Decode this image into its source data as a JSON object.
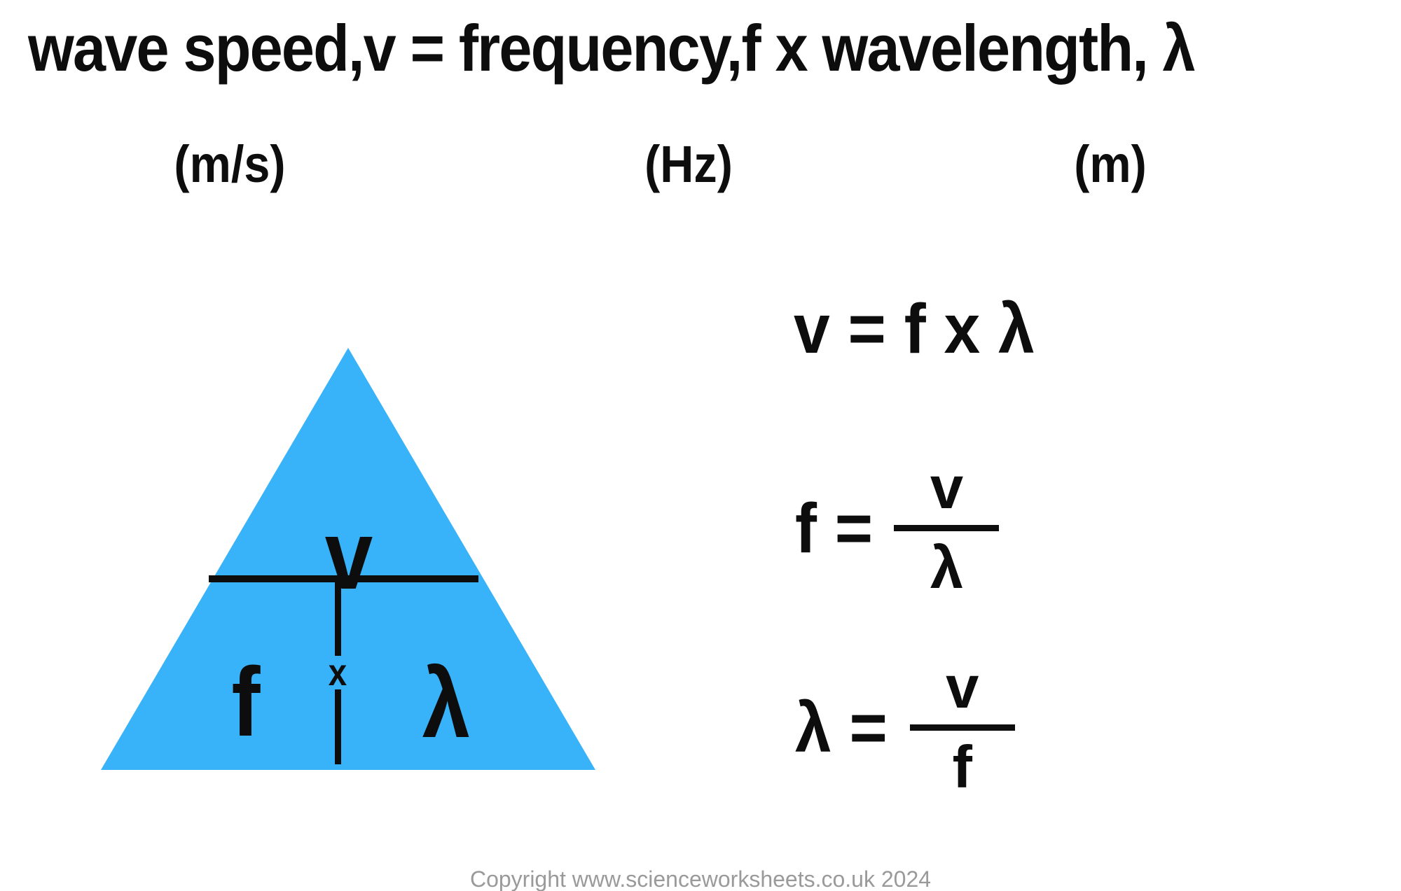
{
  "header": {
    "title": "wave speed,v = frequency,f x wavelength, λ",
    "units": [
      {
        "quantity": "wave speed",
        "label": "(m/s)"
      },
      {
        "quantity": "frequency",
        "label": "(Hz)"
      },
      {
        "quantity": "wavelength",
        "label": "(m)"
      }
    ]
  },
  "triangle": {
    "fill_color": "#38b2f8",
    "top_label": "v",
    "bottom_left_label": "f",
    "operator_label": "x",
    "bottom_right_label": "λ"
  },
  "formulas": {
    "product": {
      "text": "v = f x λ"
    },
    "frequency": {
      "lhs": "f =",
      "numerator": "v",
      "denominator": "λ"
    },
    "wavelength": {
      "lhs": "λ =",
      "numerator": "v",
      "denominator": "f"
    }
  },
  "footer": {
    "copyright": "Copyright www.scienceworksheets.co.uk 2024"
  }
}
